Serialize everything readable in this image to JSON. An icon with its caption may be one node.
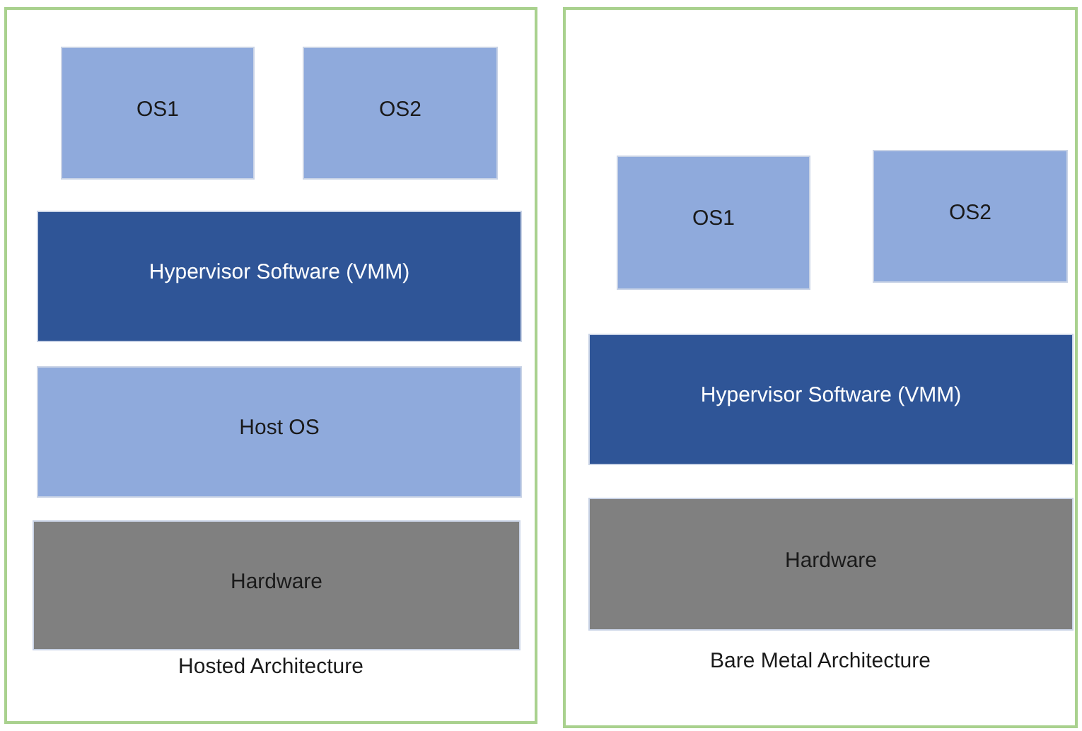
{
  "diagram": {
    "nodes": [
      {
        "text": [
          "Hosted Architecture"
        ]
      },
      {
        "text": [
          "OS1"
        ],
        "in": 0
      },
      {
        "text": [
          "OS2"
        ],
        "in": 0
      },
      {
        "text": [
          "Hypervisor Software (VMM)"
        ],
        "in": 0
      },
      {
        "text": [
          "Host OS"
        ],
        "in": 0
      },
      {
        "text": [
          "Hardware"
        ],
        "in": 0
      },
      {
        "text": [
          "Bare Metal Architecture"
        ]
      },
      {
        "text": [
          "OS1"
        ],
        "in": 6
      },
      {
        "text": [
          "OS2"
        ],
        "in": 6
      },
      {
        "text": [
          "Hypervisor Software (VMM)"
        ],
        "in": 6
      },
      {
        "text": [
          "Hardware"
        ],
        "in": 6
      }
    ]
  }
}
